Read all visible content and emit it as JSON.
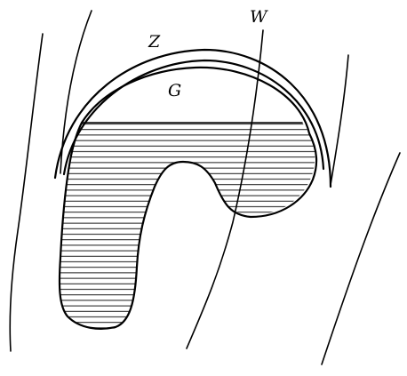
{
  "figure": {
    "labels": {
      "z": "Z",
      "g": "G",
      "w": "W"
    },
    "colors": {
      "ink": "#000000",
      "background": "#ffffff"
    }
  }
}
